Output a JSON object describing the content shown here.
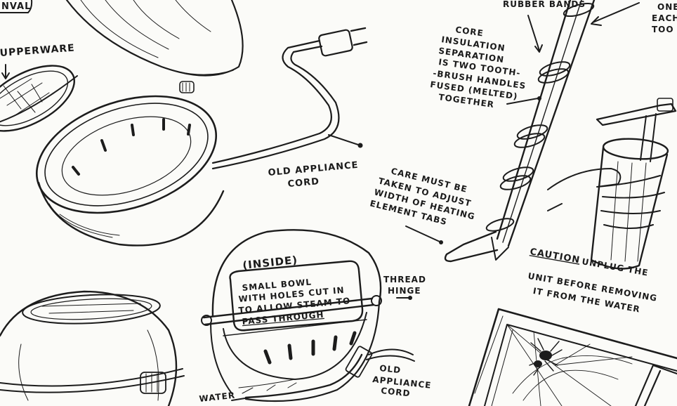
{
  "labels": {
    "top_left_fragment": "NVAL",
    "tupperware": "UPPERWARE",
    "appliance_cord_1": [
      "OLD APPLIANCE",
      "CORD"
    ],
    "inside": "(INSIDE)",
    "bowl_note": [
      "SMALL BOWL",
      "WITH HOLES CUT IN",
      "TO ALLOW STEAM TO",
      "PASS THROUGH"
    ],
    "thread_hinge": [
      "THREAD",
      "HINGE"
    ],
    "appliance_cord_2": [
      "OLD",
      "APPLIANCE",
      "CORD"
    ],
    "water": "WATER",
    "rubber_bands": "RUBBER BANDS",
    "core_note": [
      "CORE",
      "INSULATION",
      "SEPARATION",
      "IS TWO TOOTH-",
      "-BRUSH HANDLES",
      "FUSED (MELTED)",
      "TOGETHER"
    ],
    "care_note": [
      "CARE MUST BE",
      "TAKEN TO ADJUST",
      "WIDTH OF HEATING",
      "ELEMENT TABS"
    ],
    "one_each": [
      "ONE",
      "EACH",
      "TOO"
    ],
    "caution_word": "CAUTION",
    "caution_rest": [
      "UNPLUG THE",
      "UNIT BEFORE REMOVING",
      "IT FROM THE WATER"
    ]
  }
}
